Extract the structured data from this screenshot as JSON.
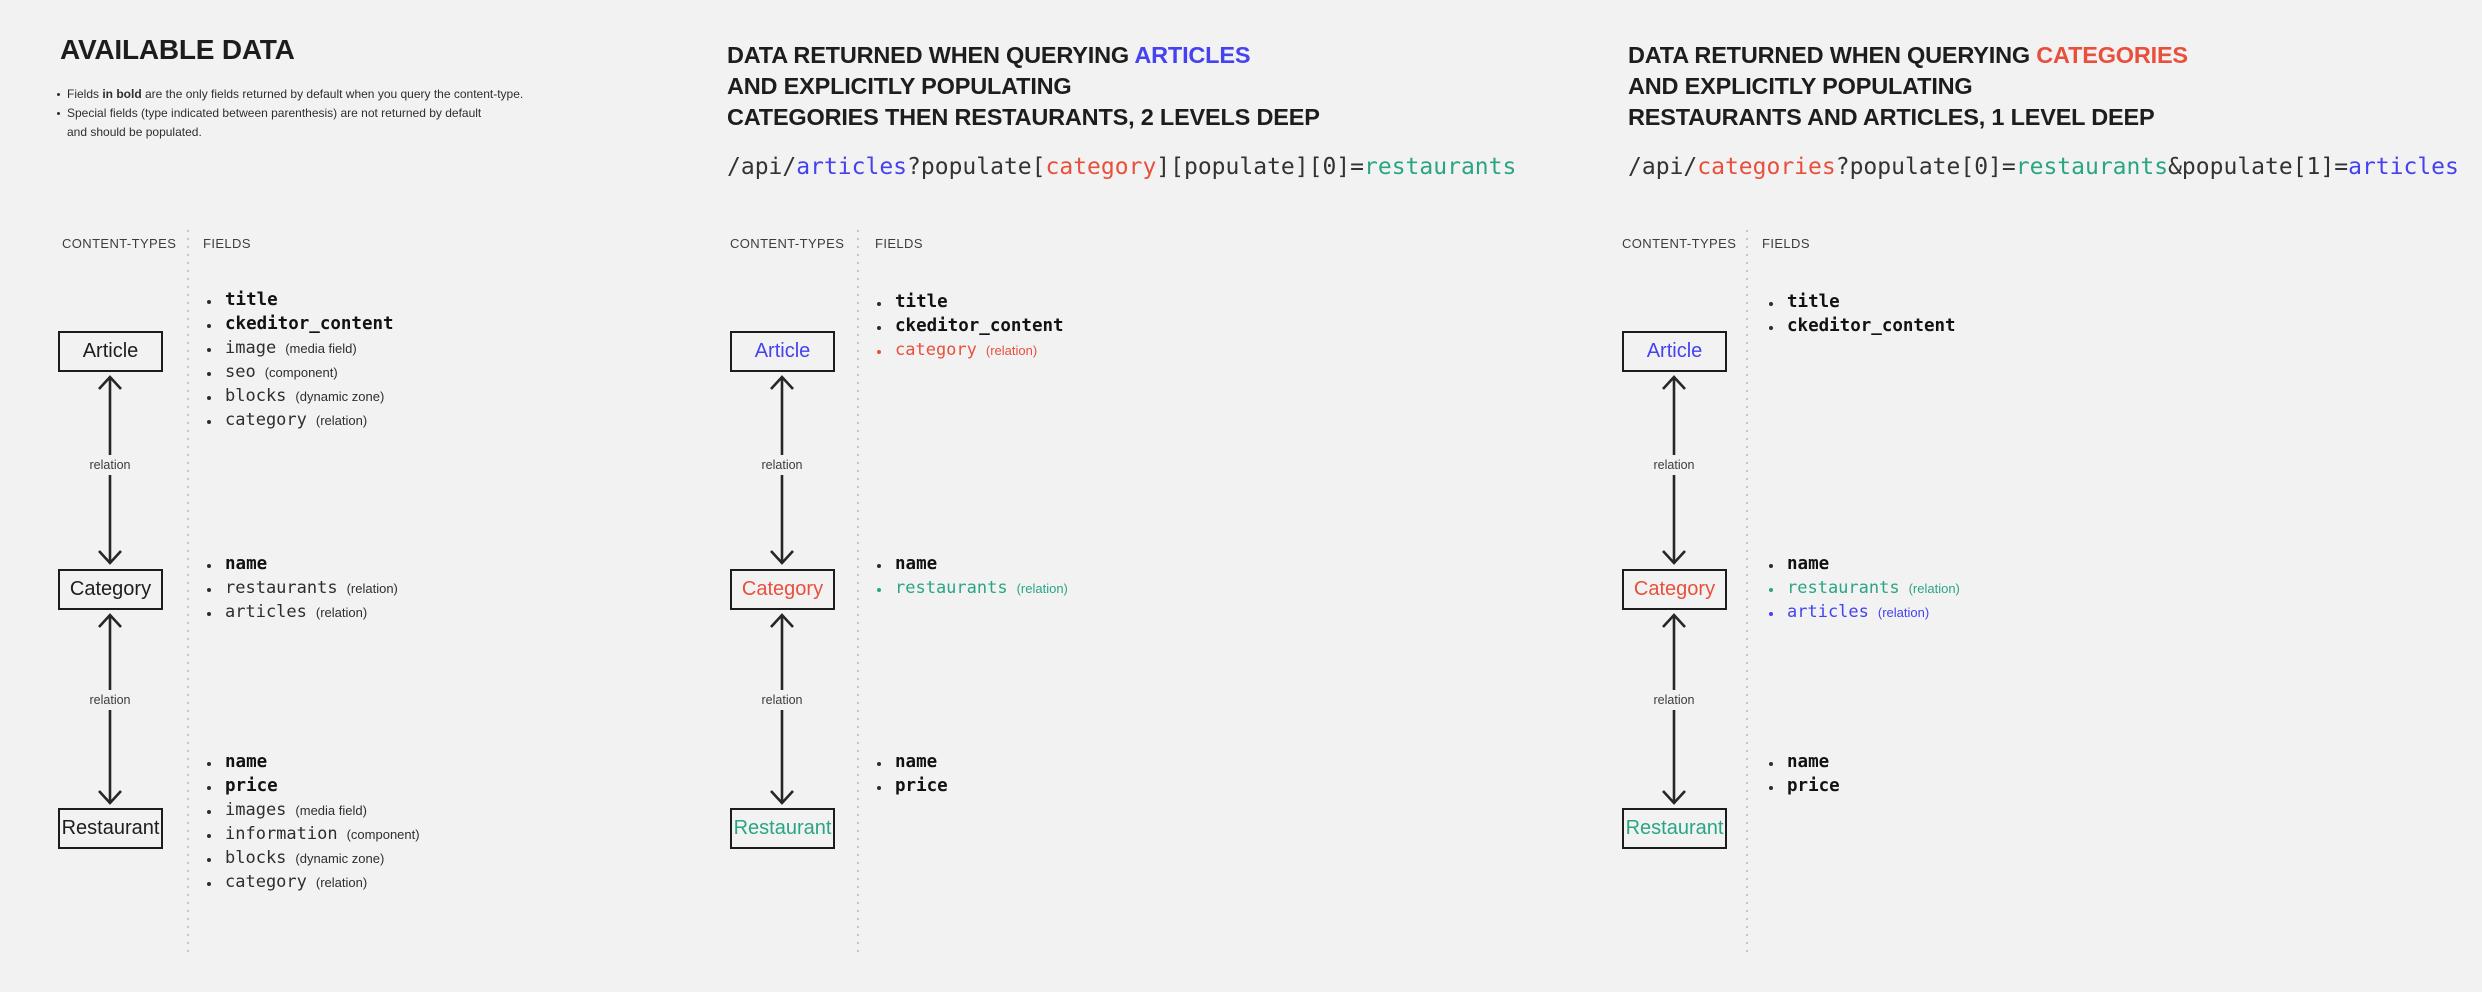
{
  "colors": {
    "ink": "#1d1d1d",
    "dark": "#333333",
    "muted": "#3c3c3c",
    "blue": "#4542f0",
    "red": "#e8503c",
    "teal": "#2aa584",
    "background": "#f2f2f2",
    "box_border": "#1c1c1c",
    "divider": "#c7c7c7"
  },
  "labels": {
    "content_types": "CONTENT-TYPES",
    "fields": "FIELDS",
    "relation": "relation"
  },
  "panels": [
    {
      "title": "AVAILABLE DATA",
      "notes": [
        {
          "pre": "Fields ",
          "bold": "in bold",
          "post": " are the only fields returned by default when you query the content-type."
        },
        {
          "line1": "Special fields (type indicated between parenthesis) are not returned by default",
          "line2": "and should be populated."
        }
      ],
      "boxes": [
        {
          "name": "Article",
          "color": "ink",
          "fields": [
            {
              "name": "title",
              "bold": true
            },
            {
              "name": "ckeditor_content",
              "bold": true
            },
            {
              "name": "image",
              "type": "(media field)"
            },
            {
              "name": "seo",
              "type": "(component)"
            },
            {
              "name": "blocks",
              "type": "(dynamic zone)"
            },
            {
              "name": "category",
              "type": "(relation)"
            }
          ]
        },
        {
          "name": "Category",
          "color": "ink",
          "fields": [
            {
              "name": "name",
              "bold": true
            },
            {
              "name": "restaurants",
              "type": "(relation)"
            },
            {
              "name": "articles",
              "type": "(relation)"
            }
          ]
        },
        {
          "name": "Restaurant",
          "color": "ink",
          "fields": [
            {
              "name": "name",
              "bold": true
            },
            {
              "name": "price",
              "bold": true
            },
            {
              "name": "images",
              "type": "(media field)"
            },
            {
              "name": "information",
              "type": "(component)"
            },
            {
              "name": "blocks",
              "type": "(dynamic zone)"
            },
            {
              "name": "category",
              "type": "(relation)"
            }
          ]
        }
      ]
    },
    {
      "title_pre": "DATA RETURNED WHEN QUERYING ",
      "title_em": "ARTICLES",
      "title_em_color": "blue",
      "title_line2": "AND EXPLICITLY POPULATING",
      "title_line3": "CATEGORIES THEN RESTAURANTS, 2 LEVELS DEEP",
      "url": [
        {
          "text": "/api/",
          "color": "dark"
        },
        {
          "text": "articles",
          "color": "blue"
        },
        {
          "text": "?populate[",
          "color": "dark"
        },
        {
          "text": "category",
          "color": "red"
        },
        {
          "text": "][populate][0]=",
          "color": "dark"
        },
        {
          "text": "restaurants",
          "color": "teal"
        }
      ],
      "boxes": [
        {
          "name": "Article",
          "color": "blue",
          "fields": [
            {
              "name": "title",
              "bold": true
            },
            {
              "name": "ckeditor_content",
              "bold": true
            },
            {
              "name": "category",
              "type": "(relation)",
              "color": "red"
            }
          ]
        },
        {
          "name": "Category",
          "color": "red",
          "fields": [
            {
              "name": "name",
              "bold": true
            },
            {
              "name": "restaurants",
              "type": "(relation)",
              "color": "teal"
            }
          ]
        },
        {
          "name": "Restaurant",
          "color": "teal",
          "fields": [
            {
              "name": "name",
              "bold": true
            },
            {
              "name": "price",
              "bold": true
            }
          ]
        }
      ]
    },
    {
      "title_pre": "DATA RETURNED WHEN QUERYING ",
      "title_em": "CATEGORIES",
      "title_em_color": "red",
      "title_line2": "AND EXPLICITLY POPULATING",
      "title_line3": "RESTAURANTS AND ARTICLES, 1 LEVEL DEEP",
      "url": [
        {
          "text": "/api/",
          "color": "dark"
        },
        {
          "text": "categories",
          "color": "red"
        },
        {
          "text": "?populate[0]=",
          "color": "dark"
        },
        {
          "text": "restaurants",
          "color": "teal"
        },
        {
          "text": "&populate[1]=",
          "color": "dark"
        },
        {
          "text": "articles",
          "color": "blue"
        }
      ],
      "boxes": [
        {
          "name": "Article",
          "color": "blue",
          "fields": [
            {
              "name": "title",
              "bold": true
            },
            {
              "name": "ckeditor_content",
              "bold": true
            }
          ]
        },
        {
          "name": "Category",
          "color": "red",
          "fields": [
            {
              "name": "name",
              "bold": true
            },
            {
              "name": "restaurants",
              "type": "(relation)",
              "color": "teal"
            },
            {
              "name": "articles",
              "type": "(relation)",
              "color": "blue"
            }
          ]
        },
        {
          "name": "Restaurant",
          "color": "teal",
          "fields": [
            {
              "name": "name",
              "bold": true
            },
            {
              "name": "price",
              "bold": true
            }
          ]
        }
      ]
    }
  ]
}
